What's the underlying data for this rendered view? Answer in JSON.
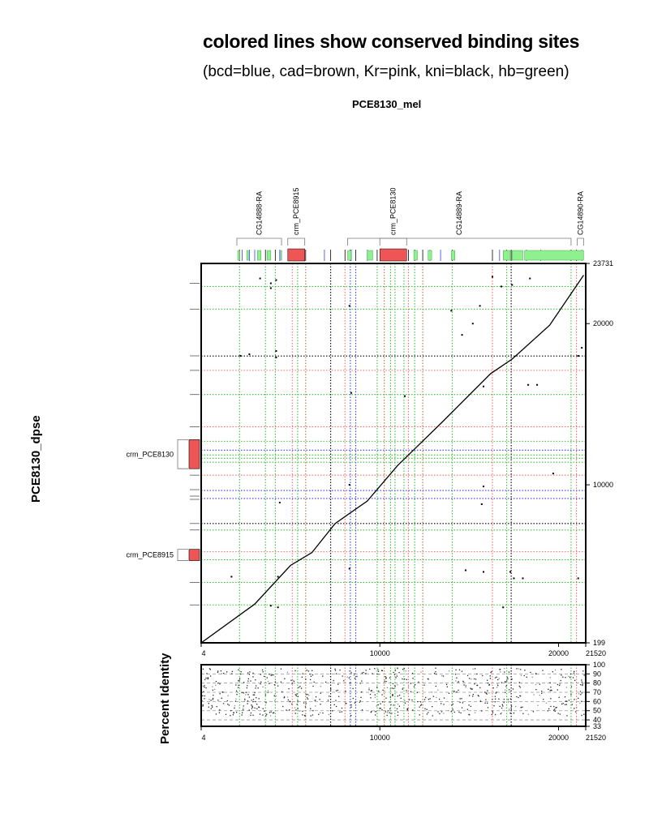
{
  "title": "colored lines show conserved binding sites",
  "subtitle": "(bcd=blue, cad=brown, Kr=pink, kni=black, hb=green)",
  "x_sequence": "PCE8130_mel",
  "y_sequence": "PCE8130_dpse",
  "footer": "",
  "colors": {
    "bcd": "#3a3aff",
    "cad": "#c0703a",
    "Kr": "#ff6a6a",
    "kni": "#000000",
    "hb": "#3ac03a",
    "crm_box": "#ee5555",
    "gene_box": "#8ff08f"
  },
  "chart_data": [
    {
      "type": "scatter",
      "name": "dotplot",
      "xlim": [
        4,
        21520
      ],
      "ylim": [
        199,
        23731
      ],
      "x_ticks": [
        4,
        10000,
        20000,
        21520
      ],
      "y_ticks": [
        199,
        10000,
        20000,
        23731
      ],
      "x_tick_labels": [
        "4",
        "10000",
        "20000",
        "21520"
      ],
      "y_tick_labels": [
        "199",
        "10000",
        "20000",
        "23731"
      ],
      "genes_top": [
        {
          "label": "CG14888-RA",
          "start": 2000,
          "end": 4500
        },
        {
          "label": "crm_PCE8915",
          "start": 4850,
          "end": 5800
        },
        {
          "label": "crm_PCE8130",
          "start": 10000,
          "end": 11500
        },
        {
          "label": "CG14889-RA",
          "start": 8200,
          "end": 20700
        },
        {
          "label": "CG14890-RA",
          "start": 21050,
          "end": 21400
        }
      ],
      "crm_left": [
        {
          "label": "crm_PCE8130",
          "start": 11000,
          "end": 12800
        },
        {
          "label": "crm_PCE8915",
          "start": 5300,
          "end": 6000
        }
      ],
      "vlines": [
        {
          "factor": "hb",
          "x": 2150
        },
        {
          "factor": "hb",
          "x": 3600
        },
        {
          "factor": "hb",
          "x": 4150
        },
        {
          "factor": "Kr",
          "x": 5100
        },
        {
          "factor": "hb",
          "x": 5400
        },
        {
          "factor": "cad",
          "x": 5850
        },
        {
          "factor": "kni",
          "x": 7250
        },
        {
          "factor": "bcd",
          "x": 8350
        },
        {
          "factor": "bcd",
          "x": 8650
        },
        {
          "factor": "Kr",
          "x": 8050
        },
        {
          "factor": "hb",
          "x": 9850
        },
        {
          "factor": "cad",
          "x": 10250
        },
        {
          "factor": "hb",
          "x": 10600
        },
        {
          "factor": "hb",
          "x": 10850
        },
        {
          "factor": "hb",
          "x": 11350
        },
        {
          "factor": "Kr",
          "x": 11600
        },
        {
          "factor": "hb",
          "x": 11950
        },
        {
          "factor": "cad",
          "x": 12400
        },
        {
          "factor": "hb",
          "x": 14050
        },
        {
          "factor": "Kr",
          "x": 16300
        },
        {
          "factor": "hb",
          "x": 17100
        },
        {
          "factor": "kni",
          "x": 17350
        },
        {
          "factor": "hb",
          "x": 20700
        },
        {
          "factor": "Kr",
          "x": 21000
        }
      ],
      "hlines": [
        {
          "factor": "hb",
          "y": 22300
        },
        {
          "factor": "hb",
          "y": 20900
        },
        {
          "factor": "kni",
          "y": 17990
        },
        {
          "factor": "Kr",
          "y": 17100
        },
        {
          "factor": "hb",
          "y": 15600
        },
        {
          "factor": "Kr",
          "y": 13600
        },
        {
          "factor": "hb",
          "y": 12700
        },
        {
          "factor": "bcd",
          "y": 12150
        },
        {
          "factor": "hb",
          "y": 11850
        },
        {
          "factor": "hb",
          "y": 11650
        },
        {
          "factor": "hb",
          "y": 11400
        },
        {
          "factor": "Kr",
          "y": 10600
        },
        {
          "factor": "bcd",
          "y": 9650
        },
        {
          "factor": "bcd",
          "y": 9150
        },
        {
          "factor": "kni",
          "y": 7600
        },
        {
          "factor": "hb",
          "y": 7200
        },
        {
          "factor": "Kr",
          "y": 5850
        },
        {
          "factor": "hb",
          "y": 5350
        },
        {
          "factor": "hb",
          "y": 3950
        },
        {
          "factor": "hb",
          "y": 2550
        }
      ],
      "diagonal": [
        [
          4,
          199
        ],
        [
          3000,
          2600
        ],
        [
          5000,
          5000
        ],
        [
          6200,
          5800
        ],
        [
          7500,
          7600
        ],
        [
          9300,
          9000
        ],
        [
          11000,
          11200
        ],
        [
          13500,
          13900
        ],
        [
          16200,
          16900
        ],
        [
          17400,
          17800
        ],
        [
          19500,
          19900
        ],
        [
          21400,
          23000
        ]
      ],
      "scatter_points": [
        [
          3300,
          22800
        ],
        [
          3900,
          22500
        ],
        [
          4200,
          22700
        ],
        [
          3900,
          22200
        ],
        [
          2200,
          18000
        ],
        [
          2700,
          18100
        ],
        [
          4200,
          18300
        ],
        [
          4200,
          17900
        ],
        [
          8300,
          21100
        ],
        [
          14000,
          20800
        ],
        [
          15600,
          21100
        ],
        [
          15200,
          20000
        ],
        [
          14600,
          19300
        ],
        [
          16300,
          22900
        ],
        [
          16800,
          22300
        ],
        [
          17400,
          22400
        ],
        [
          18400,
          22800
        ],
        [
          21300,
          18500
        ],
        [
          21100,
          18000
        ],
        [
          8400,
          15700
        ],
        [
          11400,
          15500
        ],
        [
          15800,
          16100
        ],
        [
          18300,
          16200
        ],
        [
          18800,
          16200
        ],
        [
          19700,
          10700
        ],
        [
          8300,
          10000
        ],
        [
          15800,
          9900
        ],
        [
          4400,
          8900
        ],
        [
          15700,
          8800
        ],
        [
          8300,
          4800
        ],
        [
          14800,
          4700
        ],
        [
          15800,
          4600
        ],
        [
          17300,
          4600
        ],
        [
          17500,
          4200
        ],
        [
          18000,
          4200
        ],
        [
          21100,
          4200
        ],
        [
          1700,
          4300
        ],
        [
          4300,
          4300
        ],
        [
          3900,
          2500
        ],
        [
          4300,
          2400
        ],
        [
          16900,
          2400
        ]
      ]
    },
    {
      "type": "scatter",
      "name": "percent-identity",
      "ylabel": "Percent Identity",
      "xlim": [
        4,
        21520
      ],
      "ylim": [
        33,
        100
      ],
      "x_ticks": [
        4,
        10000,
        20000,
        21520
      ],
      "x_tick_labels": [
        "4",
        "10000",
        "20000",
        "21520"
      ],
      "y_ticks": [
        33,
        40,
        50,
        60,
        70,
        80,
        90,
        100
      ],
      "y_tick_labels": [
        "33",
        "40",
        "50",
        "60",
        "70",
        "80",
        "90",
        "100"
      ]
    }
  ]
}
